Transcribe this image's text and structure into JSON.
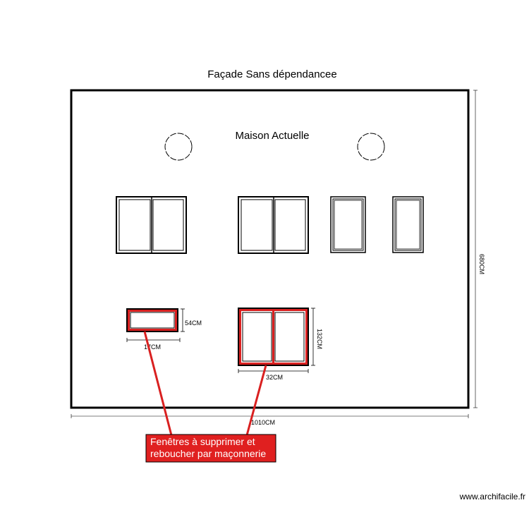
{
  "plan": {
    "title": "Façade Sans dépendancee",
    "building_label": "Maison Actuelle",
    "height_dimension": "680CM",
    "width_dimension": "1010CM"
  },
  "windows_to_remove": {
    "small": {
      "width": "17CM",
      "height": "54CM"
    },
    "large": {
      "width": "32CM",
      "height": "132CM"
    },
    "highlight_color": "#d92020"
  },
  "note": {
    "line1": "Fenêtres à supprimer et",
    "line2": "reboucher par maçonnerie",
    "background": "#e02020"
  },
  "watermark": "www.archifacile.fr"
}
